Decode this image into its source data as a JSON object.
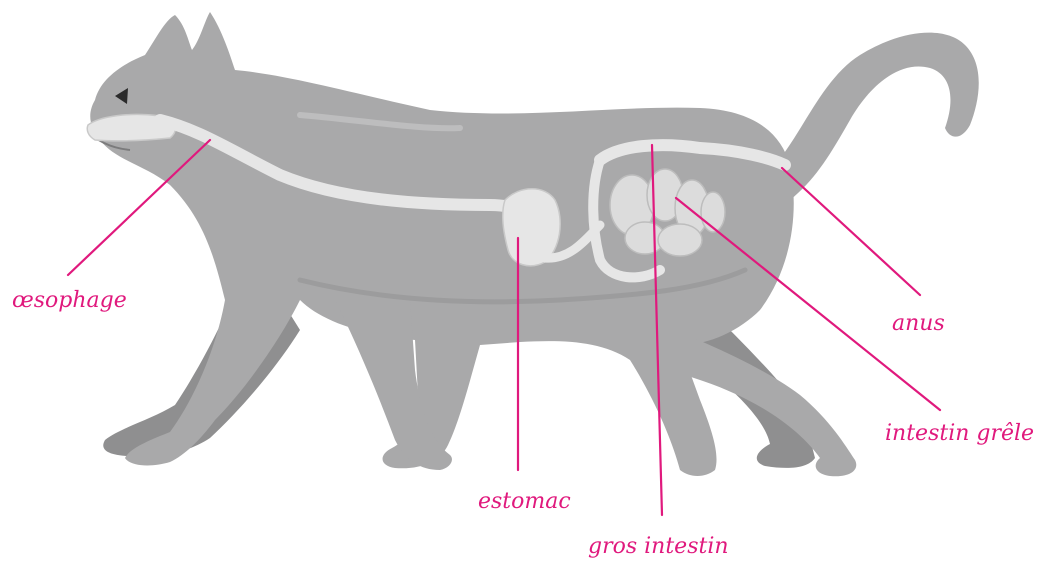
{
  "diagram": {
    "labels": {
      "oesophage": "œsophage",
      "estomac": "estomac",
      "gros_intestin": "gros intestin",
      "intestin_grele": "intestin grêle",
      "anus": "anus"
    },
    "colors": {
      "label": "#e0197d",
      "body": "#a9a9aa",
      "body_far_legs": "#8f8f90",
      "organ": "#e6e6e6",
      "organ_outline": "#c9c9c9"
    }
  }
}
